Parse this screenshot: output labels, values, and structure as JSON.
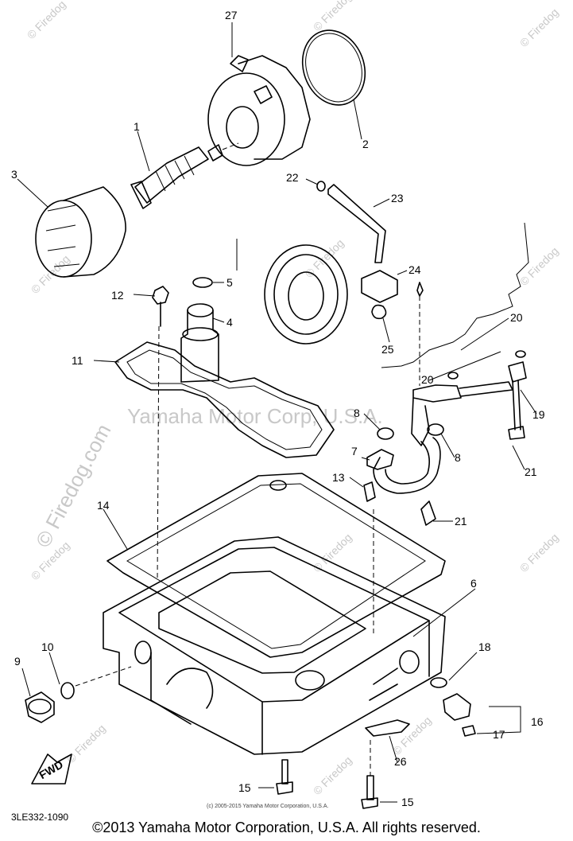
{
  "watermarks": {
    "center": "Yamaha Motor Corp, U.S.A.",
    "side": "© Firedog.com",
    "small": "© Firedog"
  },
  "callouts": [
    "1",
    "2",
    "3",
    "4",
    "5",
    "6",
    "7",
    "8",
    "8",
    "9",
    "10",
    "11",
    "12",
    "13",
    "14",
    "15",
    "15",
    "16",
    "17",
    "18",
    "19",
    "20",
    "20",
    "21",
    "21",
    "22",
    "23",
    "24",
    "25",
    "26",
    "27"
  ],
  "fwd_label": "FWD",
  "ref_code": "3LE332-1090",
  "small_copyright": "(c) 2005-2015 Yamaha Motor Corporation, U.S.A.",
  "copyright": "©2013 Yamaha Motor Corporation, U.S.A. All rights reserved."
}
